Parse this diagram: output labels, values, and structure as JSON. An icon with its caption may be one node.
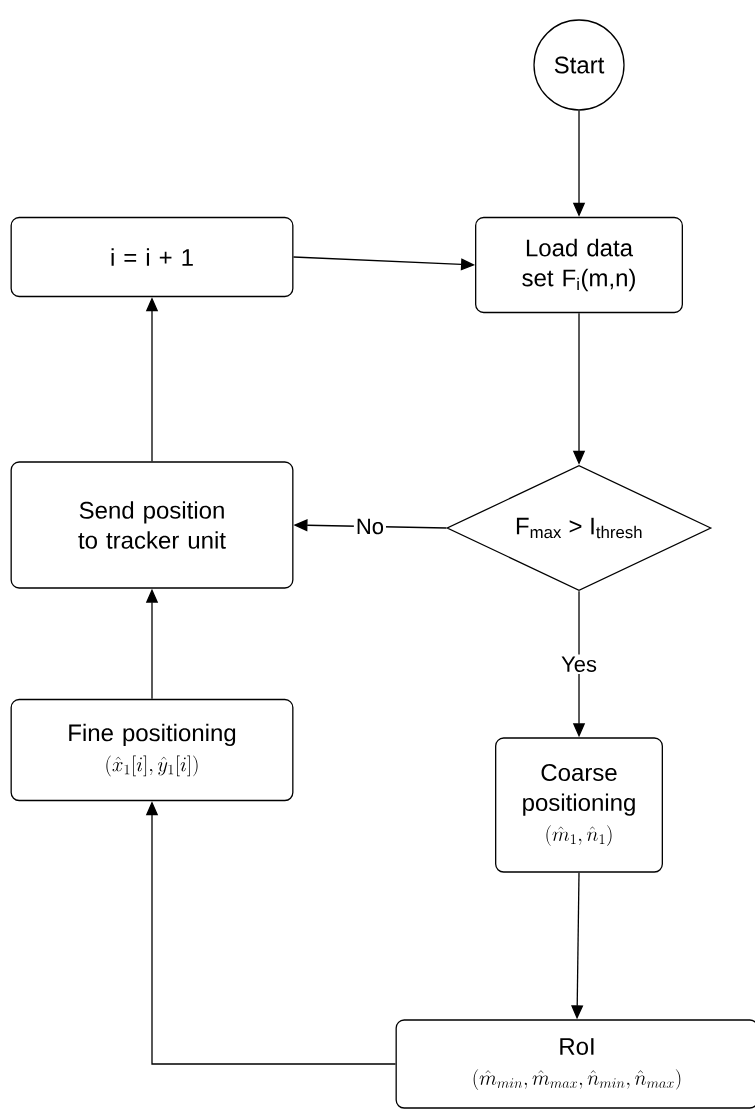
{
  "diagram": {
    "nodes": [
      {
        "text": [
          "Start"
        ]
      },
      {
        "text": [
          "i = i + 1"
        ]
      },
      {
        "text": [
          "Load data set F$_{i}$(m,n)"
        ]
      },
      {
        "text": [
          "F$_{max}$ > I$_{thresh}$"
        ]
      },
      {
        "text": [
          "Send position to tracker unit"
        ]
      },
      {
        "text": [
          "Coarse positioning",
          "(\\hat{m}_1, \\hat{n}_1)"
        ]
      },
      {
        "text": [
          "Fine positioning",
          "(\\hat{x}_1[i], \\hat{y}_1[i])"
        ]
      },
      {
        "text": [
          "RoI",
          "(\\hat{m}_{min}, \\hat{m}_{max}, \\hat{n}_{min}, \\hat{n}_{max})"
        ]
      }
    ],
    "edges": [
      {
        "from": 0,
        "to": 2,
        "arrow": "to"
      },
      {
        "from": 1,
        "to": 2,
        "arrow": "to"
      },
      {
        "from": 2,
        "to": 3,
        "arrow": "to"
      },
      {
        "from": 3,
        "to": 4,
        "arrow": "to",
        "label": "No"
      },
      {
        "from": 3,
        "to": 5,
        "arrow": "to",
        "label": "Yes"
      },
      {
        "from": 5,
        "to": 7,
        "arrow": "to"
      },
      {
        "from": 7,
        "to": 6,
        "arrow": "to"
      },
      {
        "from": 6,
        "to": 4,
        "arrow": "to"
      },
      {
        "from": 4,
        "to": 1,
        "arrow": "to"
      }
    ]
  }
}
